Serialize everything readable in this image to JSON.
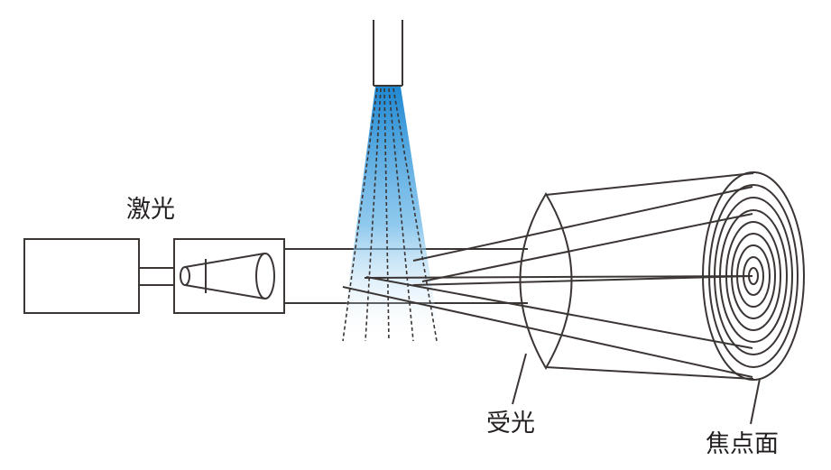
{
  "labels": {
    "laser": "激光",
    "receiving_lens": "受光",
    "focal_plane": "焦点面"
  },
  "colors": {
    "line": "#3b3534",
    "spray_top": "#1e88d2",
    "spray_bottom": "#ffffff",
    "background": "#ffffff"
  }
}
